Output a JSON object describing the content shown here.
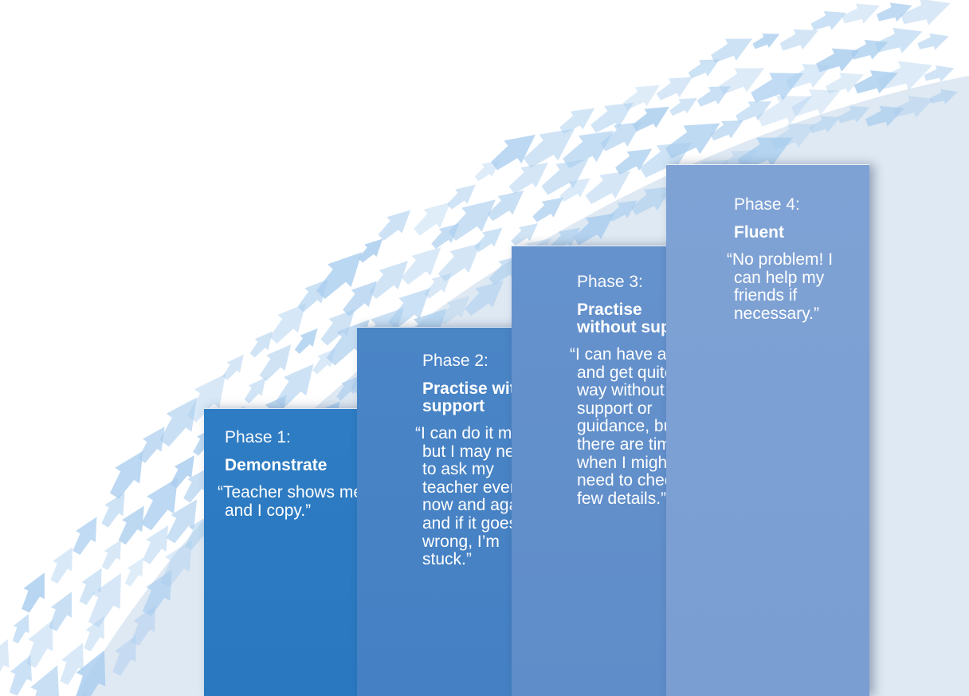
{
  "phases": [
    {
      "label": "Phase 1:",
      "title": "Demonstrate",
      "quote": "“Teacher shows me and I copy.”"
    },
    {
      "label": "Phase 2:",
      "title": "Practise with support",
      "quote": "“I can do it myself but I may need to ask my teacher every now and again and if it goes wrong, I’m stuck.”"
    },
    {
      "label": "Phase 3:",
      "title": "Practise without support",
      "quote": "“I can have a go and get quite a way without any support or guidance, but there are times when I might need to check a few details.”"
    },
    {
      "label": "Phase 4:",
      "title": "Fluent",
      "quote": "“No problem! I can help my friends if necessary.”"
    }
  ],
  "colors": {
    "phase_1": "#2e7cc3",
    "phase_2": "#4a85c6",
    "phase_3": "#6592cc",
    "phase_4": "#7fa2d5",
    "arrow": "#a9cdee",
    "backdrop": "#dfe9f3"
  },
  "decoration": {
    "icon": "rising-arrows-icon"
  }
}
